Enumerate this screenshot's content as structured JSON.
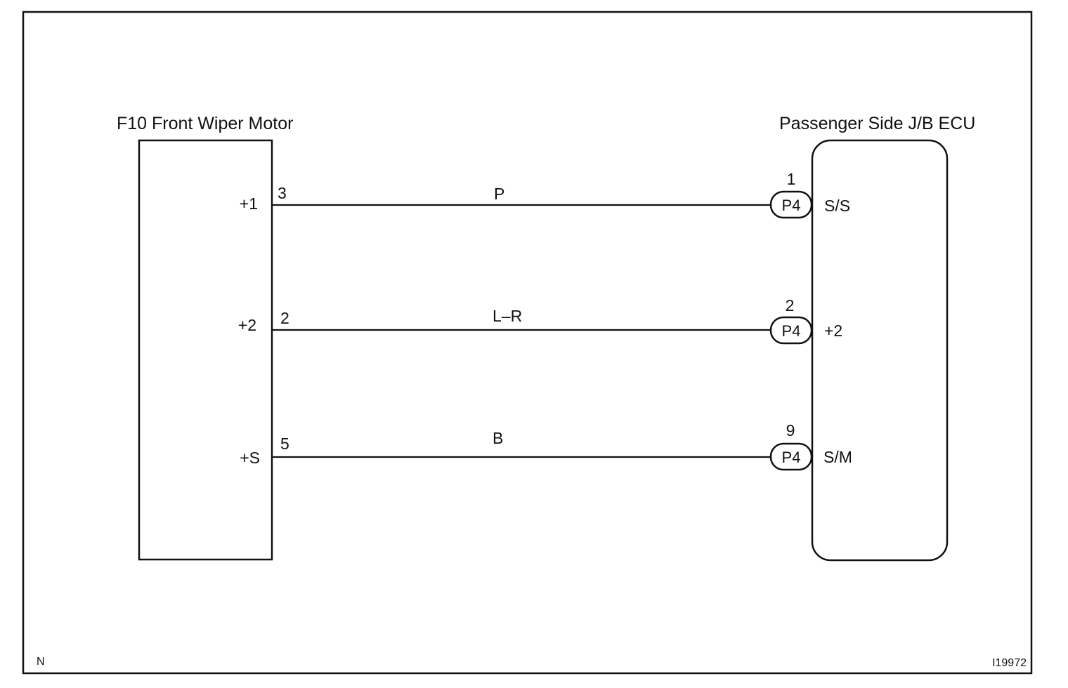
{
  "left_component": {
    "title": "F10 Front Wiper Motor",
    "terminals": [
      "+1",
      "+2",
      "+S"
    ],
    "pins": [
      "3",
      "2",
      "5"
    ]
  },
  "right_component": {
    "title": "Passenger Side J/B ECU",
    "terminals": [
      "S/S",
      "+2",
      "S/M"
    ],
    "pins": [
      "1",
      "2",
      "9"
    ],
    "connectors": [
      "P4",
      "P4",
      "P4"
    ]
  },
  "wires": [
    {
      "color": "P"
    },
    {
      "color": "L–R"
    },
    {
      "color": "B"
    }
  ],
  "footer": {
    "corner_left": "N",
    "figure_id": "I19972"
  }
}
